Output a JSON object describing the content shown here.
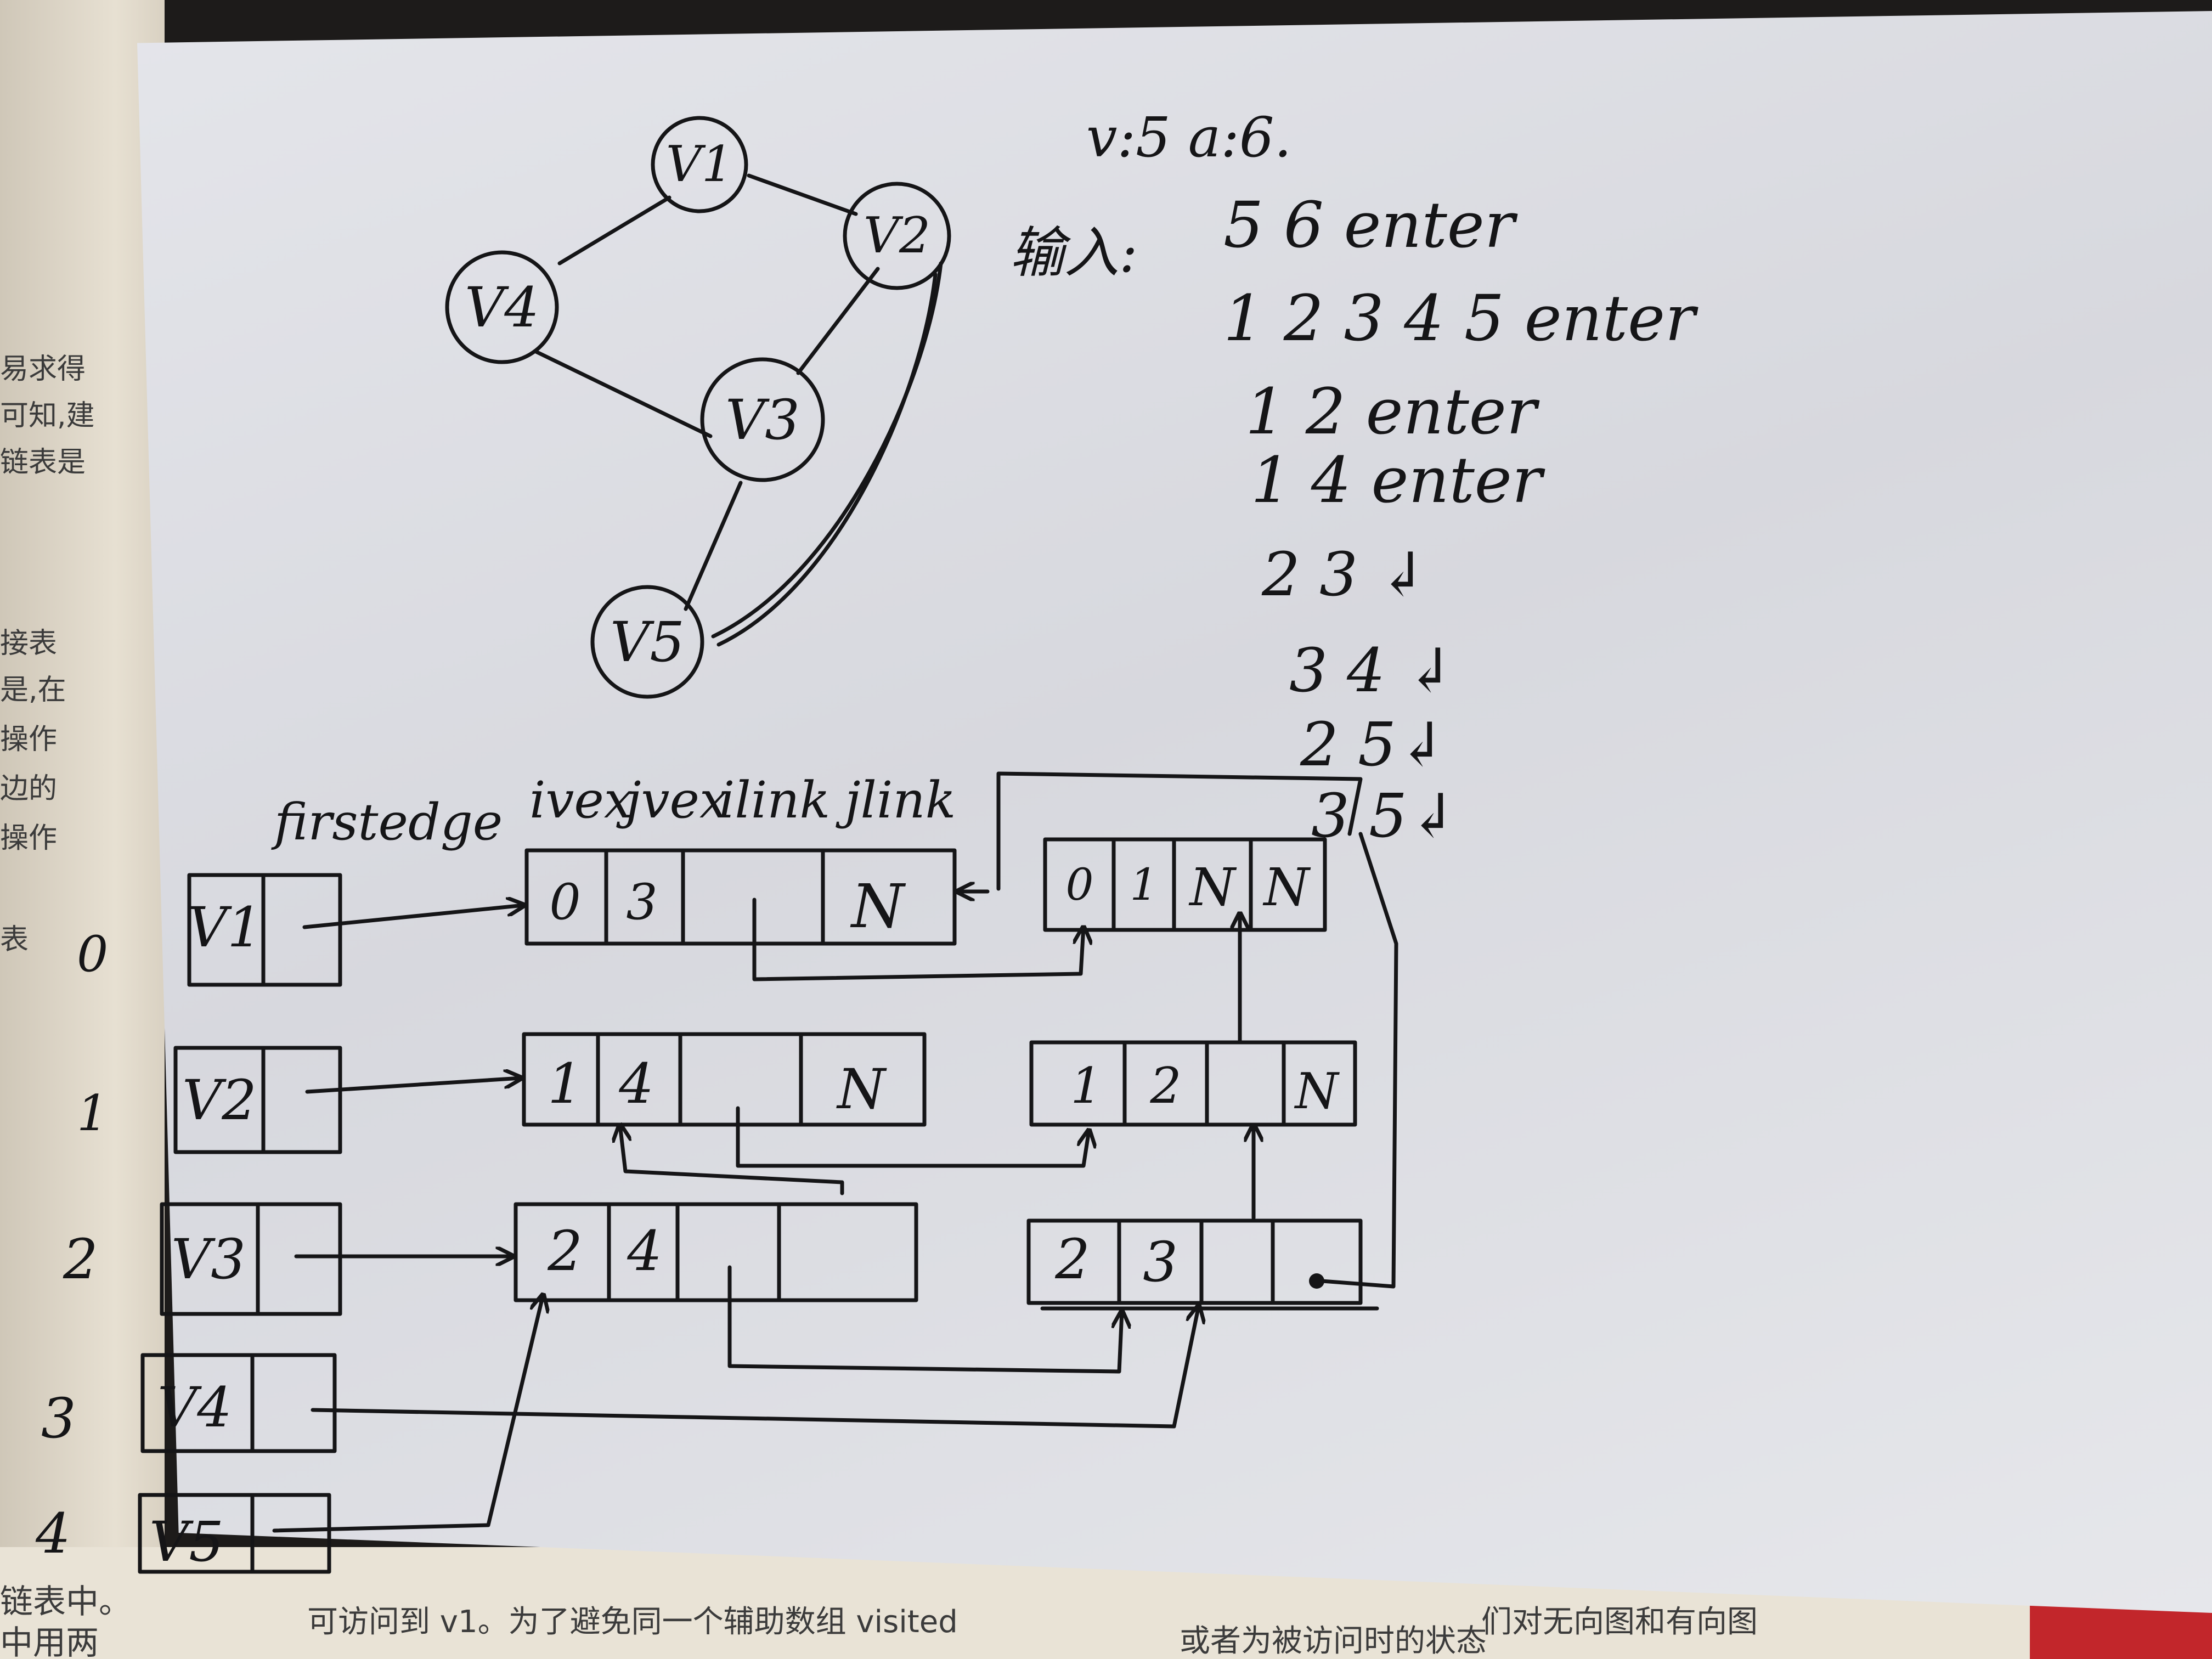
{
  "graph": {
    "vertices": [
      "V1",
      "V2",
      "V3",
      "V4",
      "V5"
    ],
    "edges": [
      [
        "V1",
        "V2"
      ],
      [
        "V1",
        "V4"
      ],
      [
        "V2",
        "V3"
      ],
      [
        "V3",
        "V4"
      ],
      [
        "V3",
        "V5"
      ],
      [
        "V2",
        "V5"
      ]
    ]
  },
  "notes": {
    "counts": "v:5  a:6.",
    "input_label": "输入:",
    "input_lines": [
      "5  6  enter",
      "1 2 3 4 5 enter",
      "1 2  enter",
      "1 4  enter",
      "2 3 ↲",
      "3 4 ↲",
      "2 5↲",
      "3 5↲"
    ]
  },
  "multilist": {
    "header_labels": [
      "firstedge",
      "ivex",
      "jvex",
      "ilink",
      "jlink"
    ],
    "indices": [
      "0",
      "1",
      "2",
      "3",
      "4"
    ],
    "vertex_nodes": [
      "V1",
      "V2",
      "V3",
      "V4",
      "V5"
    ],
    "edge_nodes": [
      {
        "cells": [
          "0",
          "3",
          "",
          "N"
        ]
      },
      {
        "cells": [
          "1",
          "4",
          "",
          "N"
        ]
      },
      {
        "cells": [
          "2",
          "4",
          "",
          ""
        ]
      },
      {
        "cells": [
          "0",
          "1",
          "N",
          "N"
        ]
      },
      {
        "cells": [
          "1",
          "2",
          "",
          "N"
        ]
      },
      {
        "cells": [
          "2",
          "3",
          "",
          ""
        ]
      }
    ]
  },
  "book_text": {
    "left_column": [
      "易求得",
      "可知,建",
      "链表是",
      "接表",
      "是,在",
      "操作",
      "边的",
      "操作",
      "表"
    ],
    "bottom_lines": [
      "链表中。",
      "中用两",
      "可访问到 v1。为了避免同一个辅助数组 visited",
      "或者为被访问时的状态",
      "们对无向图和有向图"
    ]
  }
}
